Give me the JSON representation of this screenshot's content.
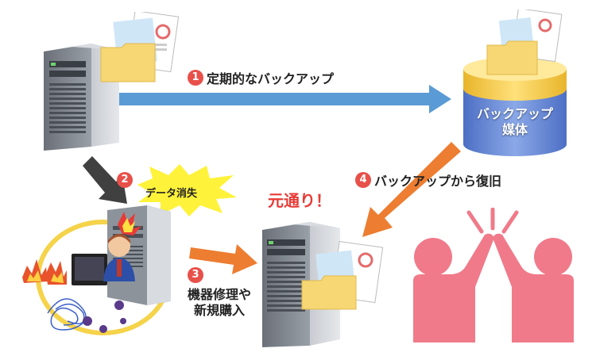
{
  "steps": [
    {
      "num": "1",
      "label": "定期的なバックアップ"
    },
    {
      "num": "2",
      "label": "データ消失"
    },
    {
      "num": "3",
      "label_line1": "機器修理や",
      "label_line2": "新規購入"
    },
    {
      "num": "4",
      "label": "バックアップから復旧"
    }
  ],
  "storage": {
    "line1": "バックアップ",
    "line2": "媒体"
  },
  "restored": "元通り！",
  "colors": {
    "blue_arrow": "#5b9bd5",
    "orange_arrow": "#ed7d31",
    "dark_arrow": "#404040",
    "step_badge": "#e8504a",
    "storage_gold": "#f5c842",
    "storage_blue": "#6b8fd6",
    "people_pink": "#f07a8a",
    "folder": "#f7d774"
  }
}
